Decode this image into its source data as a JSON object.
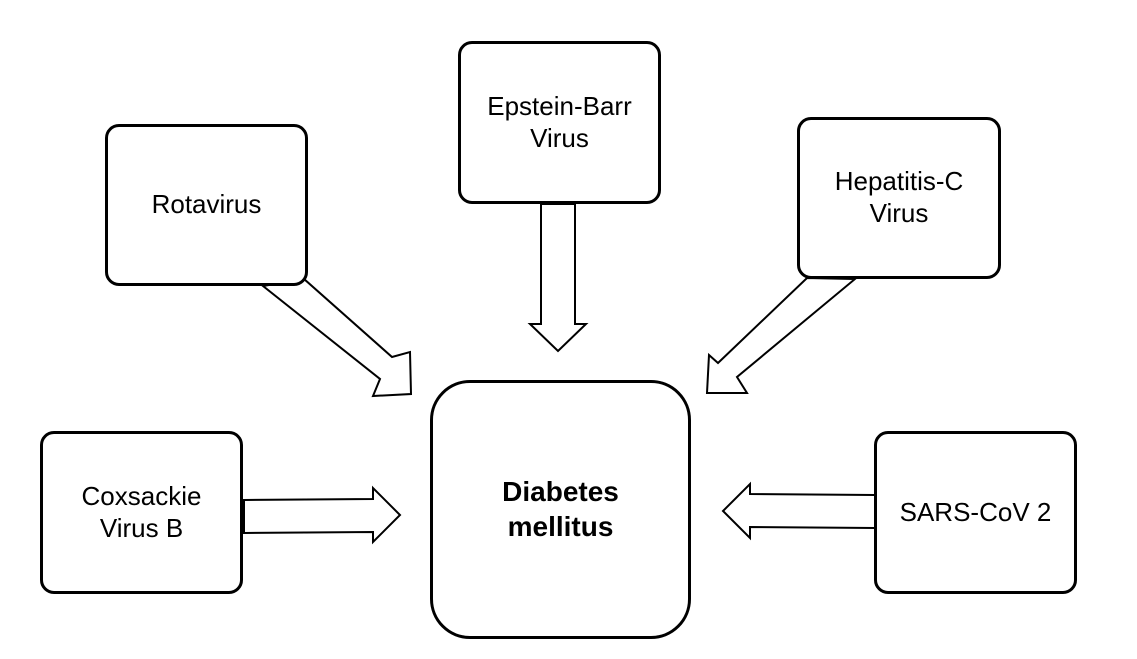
{
  "diagram": {
    "center": {
      "label": "Diabetes\nmellitus"
    },
    "nodes": {
      "rotavirus": {
        "label": "Rotavirus"
      },
      "epstein_barr": {
        "label": "Epstein-Barr\nVirus"
      },
      "hepatitis_c": {
        "label": "Hepatitis-C\nVirus"
      },
      "coxsackie": {
        "label": "Coxsackie\nVirus B"
      },
      "sars_cov_2": {
        "label": "SARS-CoV 2"
      }
    },
    "edges": [
      {
        "from": "Rotavirus",
        "to": "Diabetes mellitus"
      },
      {
        "from": "Epstein-Barr Virus",
        "to": "Diabetes mellitus"
      },
      {
        "from": "Hepatitis-C Virus",
        "to": "Diabetes mellitus"
      },
      {
        "from": "Coxsackie Virus B",
        "to": "Diabetes mellitus"
      },
      {
        "from": "SARS-CoV 2",
        "to": "Diabetes mellitus"
      }
    ],
    "colors": {
      "stroke": "#000000",
      "fill": "#ffffff"
    }
  }
}
